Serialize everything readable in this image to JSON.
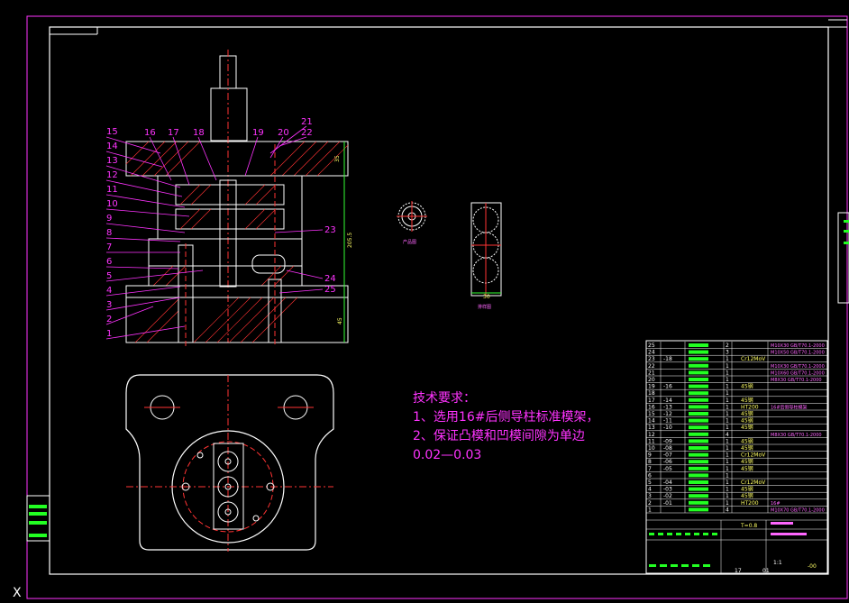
{
  "drawing": {
    "part_labels": [
      "1",
      "2",
      "3",
      "4",
      "5",
      "6",
      "7",
      "8",
      "9",
      "10",
      "11",
      "12",
      "13",
      "14",
      "15",
      "16",
      "17",
      "18",
      "19",
      "20",
      "21",
      "22",
      "23",
      "24",
      "25"
    ],
    "tech_requirements": {
      "title": "技术要求：",
      "line1": "1、选用16#后侧导柱标准模架，",
      "line2": "2、保证凸模和凹模间隙为单边0.02—0.03"
    },
    "dim_gear_label": "产品图",
    "dim_layout_label": "排样图",
    "dim_layout_width": "30",
    "bom": {
      "rows": [
        {
          "no": "25",
          "qty": "2",
          "mat": "",
          "std": "M10X30 GB/T70.1-2000"
        },
        {
          "no": "24",
          "qty": "3",
          "mat": "",
          "std": "M10X50 GB/T70.1-2000"
        },
        {
          "no": "23",
          "code": "-18",
          "qty": "1",
          "mat": "Cr12MoV",
          "std": ""
        },
        {
          "no": "22",
          "qty": "1",
          "mat": "",
          "std": "M10X30 GB/T70.1-2000"
        },
        {
          "no": "21",
          "qty": "1",
          "mat": "",
          "std": "M10X60 GB/T70.1-2000"
        },
        {
          "no": "20",
          "qty": "1",
          "mat": "",
          "std": "M8X30 GB/T70.1-2000"
        },
        {
          "no": "19",
          "code": "-16",
          "qty": "1",
          "mat": "45钢",
          "std": ""
        },
        {
          "no": "18",
          "qty": "1",
          "mat": "",
          "std": ""
        },
        {
          "no": "17",
          "code": "-14",
          "qty": "1",
          "mat": "45钢",
          "std": ""
        },
        {
          "no": "16",
          "code": "-13",
          "qty": "1",
          "mat": "HT200",
          "std": "16#后侧导柱模架"
        },
        {
          "no": "15",
          "code": "-12",
          "qty": "1",
          "mat": "45钢",
          "std": ""
        },
        {
          "no": "14",
          "code": "-11",
          "qty": "1",
          "mat": "45钢",
          "std": ""
        },
        {
          "no": "13",
          "code": "-10",
          "qty": "1",
          "mat": "45钢",
          "std": ""
        },
        {
          "no": "12",
          "qty": "4",
          "mat": "",
          "std": "M8X30 GB/T70.1-2000"
        },
        {
          "no": "11",
          "code": "-09",
          "qty": "1",
          "mat": "45钢",
          "std": ""
        },
        {
          "no": "10",
          "code": "-08",
          "qty": "1",
          "mat": "45钢",
          "std": ""
        },
        {
          "no": "9",
          "code": "-07",
          "qty": "1",
          "mat": "Cr12MoV",
          "std": ""
        },
        {
          "no": "8",
          "code": "-06",
          "qty": "1",
          "mat": "45钢",
          "std": ""
        },
        {
          "no": "7",
          "code": "-05",
          "qty": "1",
          "mat": "45钢",
          "std": ""
        },
        {
          "no": "6",
          "qty": "1",
          "mat": "",
          "std": ""
        },
        {
          "no": "5",
          "code": "-04",
          "qty": "1",
          "mat": "Cr12MoV",
          "std": ""
        },
        {
          "no": "4",
          "code": "-03",
          "qty": "1",
          "mat": "45钢",
          "std": ""
        },
        {
          "no": "3",
          "code": "-02",
          "qty": "1",
          "mat": "45钢",
          "std": ""
        },
        {
          "no": "2",
          "code": "-01",
          "qty": "1",
          "mat": "HT200",
          "std": "16#"
        },
        {
          "no": "1",
          "qty": "4",
          "mat": "",
          "std": "M10X70 GB/T70.1-2000"
        }
      ],
      "title_block": {
        "thickness": "T=0.8",
        "part_code": "-00",
        "scale": "1:1",
        "sheet": "17",
        "sheets": "01"
      }
    },
    "colors": {
      "background": "#000000",
      "frame": "#ff33ff",
      "geometry": "#ffffff",
      "center_line": "#ff3333",
      "dimension": "#33ff33",
      "hatch": "#ff3333",
      "fill_bar": "#22ff22"
    }
  }
}
